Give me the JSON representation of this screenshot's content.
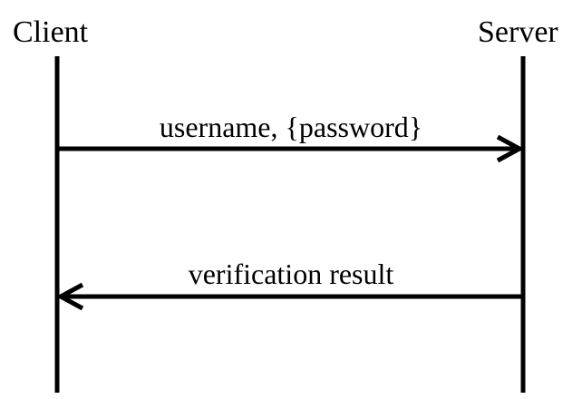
{
  "actors": {
    "client": "Client",
    "server": "Server"
  },
  "messages": [
    {
      "label": "username, {password}",
      "from": "Client",
      "to": "Server"
    },
    {
      "label": "verification result",
      "from": "Server",
      "to": "Client"
    }
  ],
  "colors": {
    "stroke": "#000000",
    "background": "#ffffff"
  }
}
